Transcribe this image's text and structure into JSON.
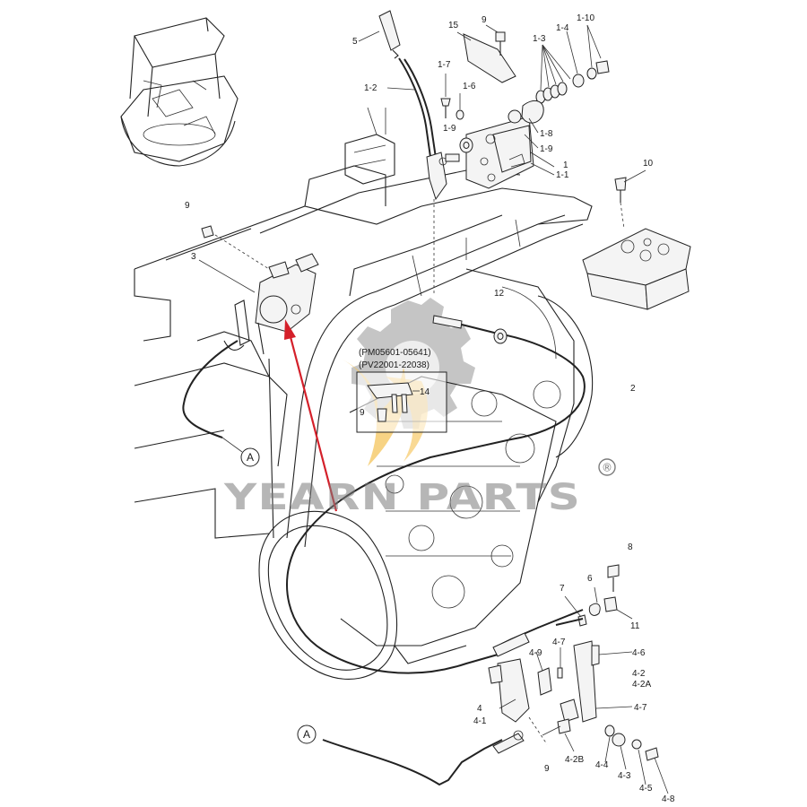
{
  "part_labels": {
    "p5": "5",
    "p1_2": "1-2",
    "p15": "15",
    "p9_top": "9",
    "p1_7": "1-7",
    "p1_6": "1-6",
    "p1_3": "1-3",
    "p1_4": "1-4",
    "p1_10": "1-10",
    "p1_9a": "1-9",
    "p1_9b": "1-9",
    "p1_8": "1-8",
    "p1": "1",
    "p1_1": "1-1",
    "p10": "10",
    "p9_left": "9",
    "p3": "3",
    "p12": "12",
    "p14": "14",
    "p9_inset": "9",
    "p2": "2",
    "p8": "8",
    "p6": "6",
    "p7": "7",
    "p11": "11",
    "p4_9": "4-9",
    "p4_7a": "4-7",
    "p4_6": "4-6",
    "p4_2": "4-2",
    "p4_2A": "4-2A",
    "p4": "4",
    "p4_1": "4-1",
    "p4_7b": "4-7",
    "p9_bottom": "9",
    "p4_2B": "4-2B",
    "p4_4": "4-4",
    "p4_3": "4-3",
    "p4_5": "4-5",
    "p4_8": "4-8"
  },
  "inset_notes": {
    "line1": "(PM05601-05641)",
    "line2": "(PV22001-22038)"
  },
  "callout_marker": "A",
  "watermark": {
    "text": "YEARN PARTS",
    "registered": "®"
  },
  "colors": {
    "line": "#222222",
    "arrow": "#d4202a",
    "watermark_gray": "#7c7c7c",
    "watermark_gold": "#f2b632"
  }
}
